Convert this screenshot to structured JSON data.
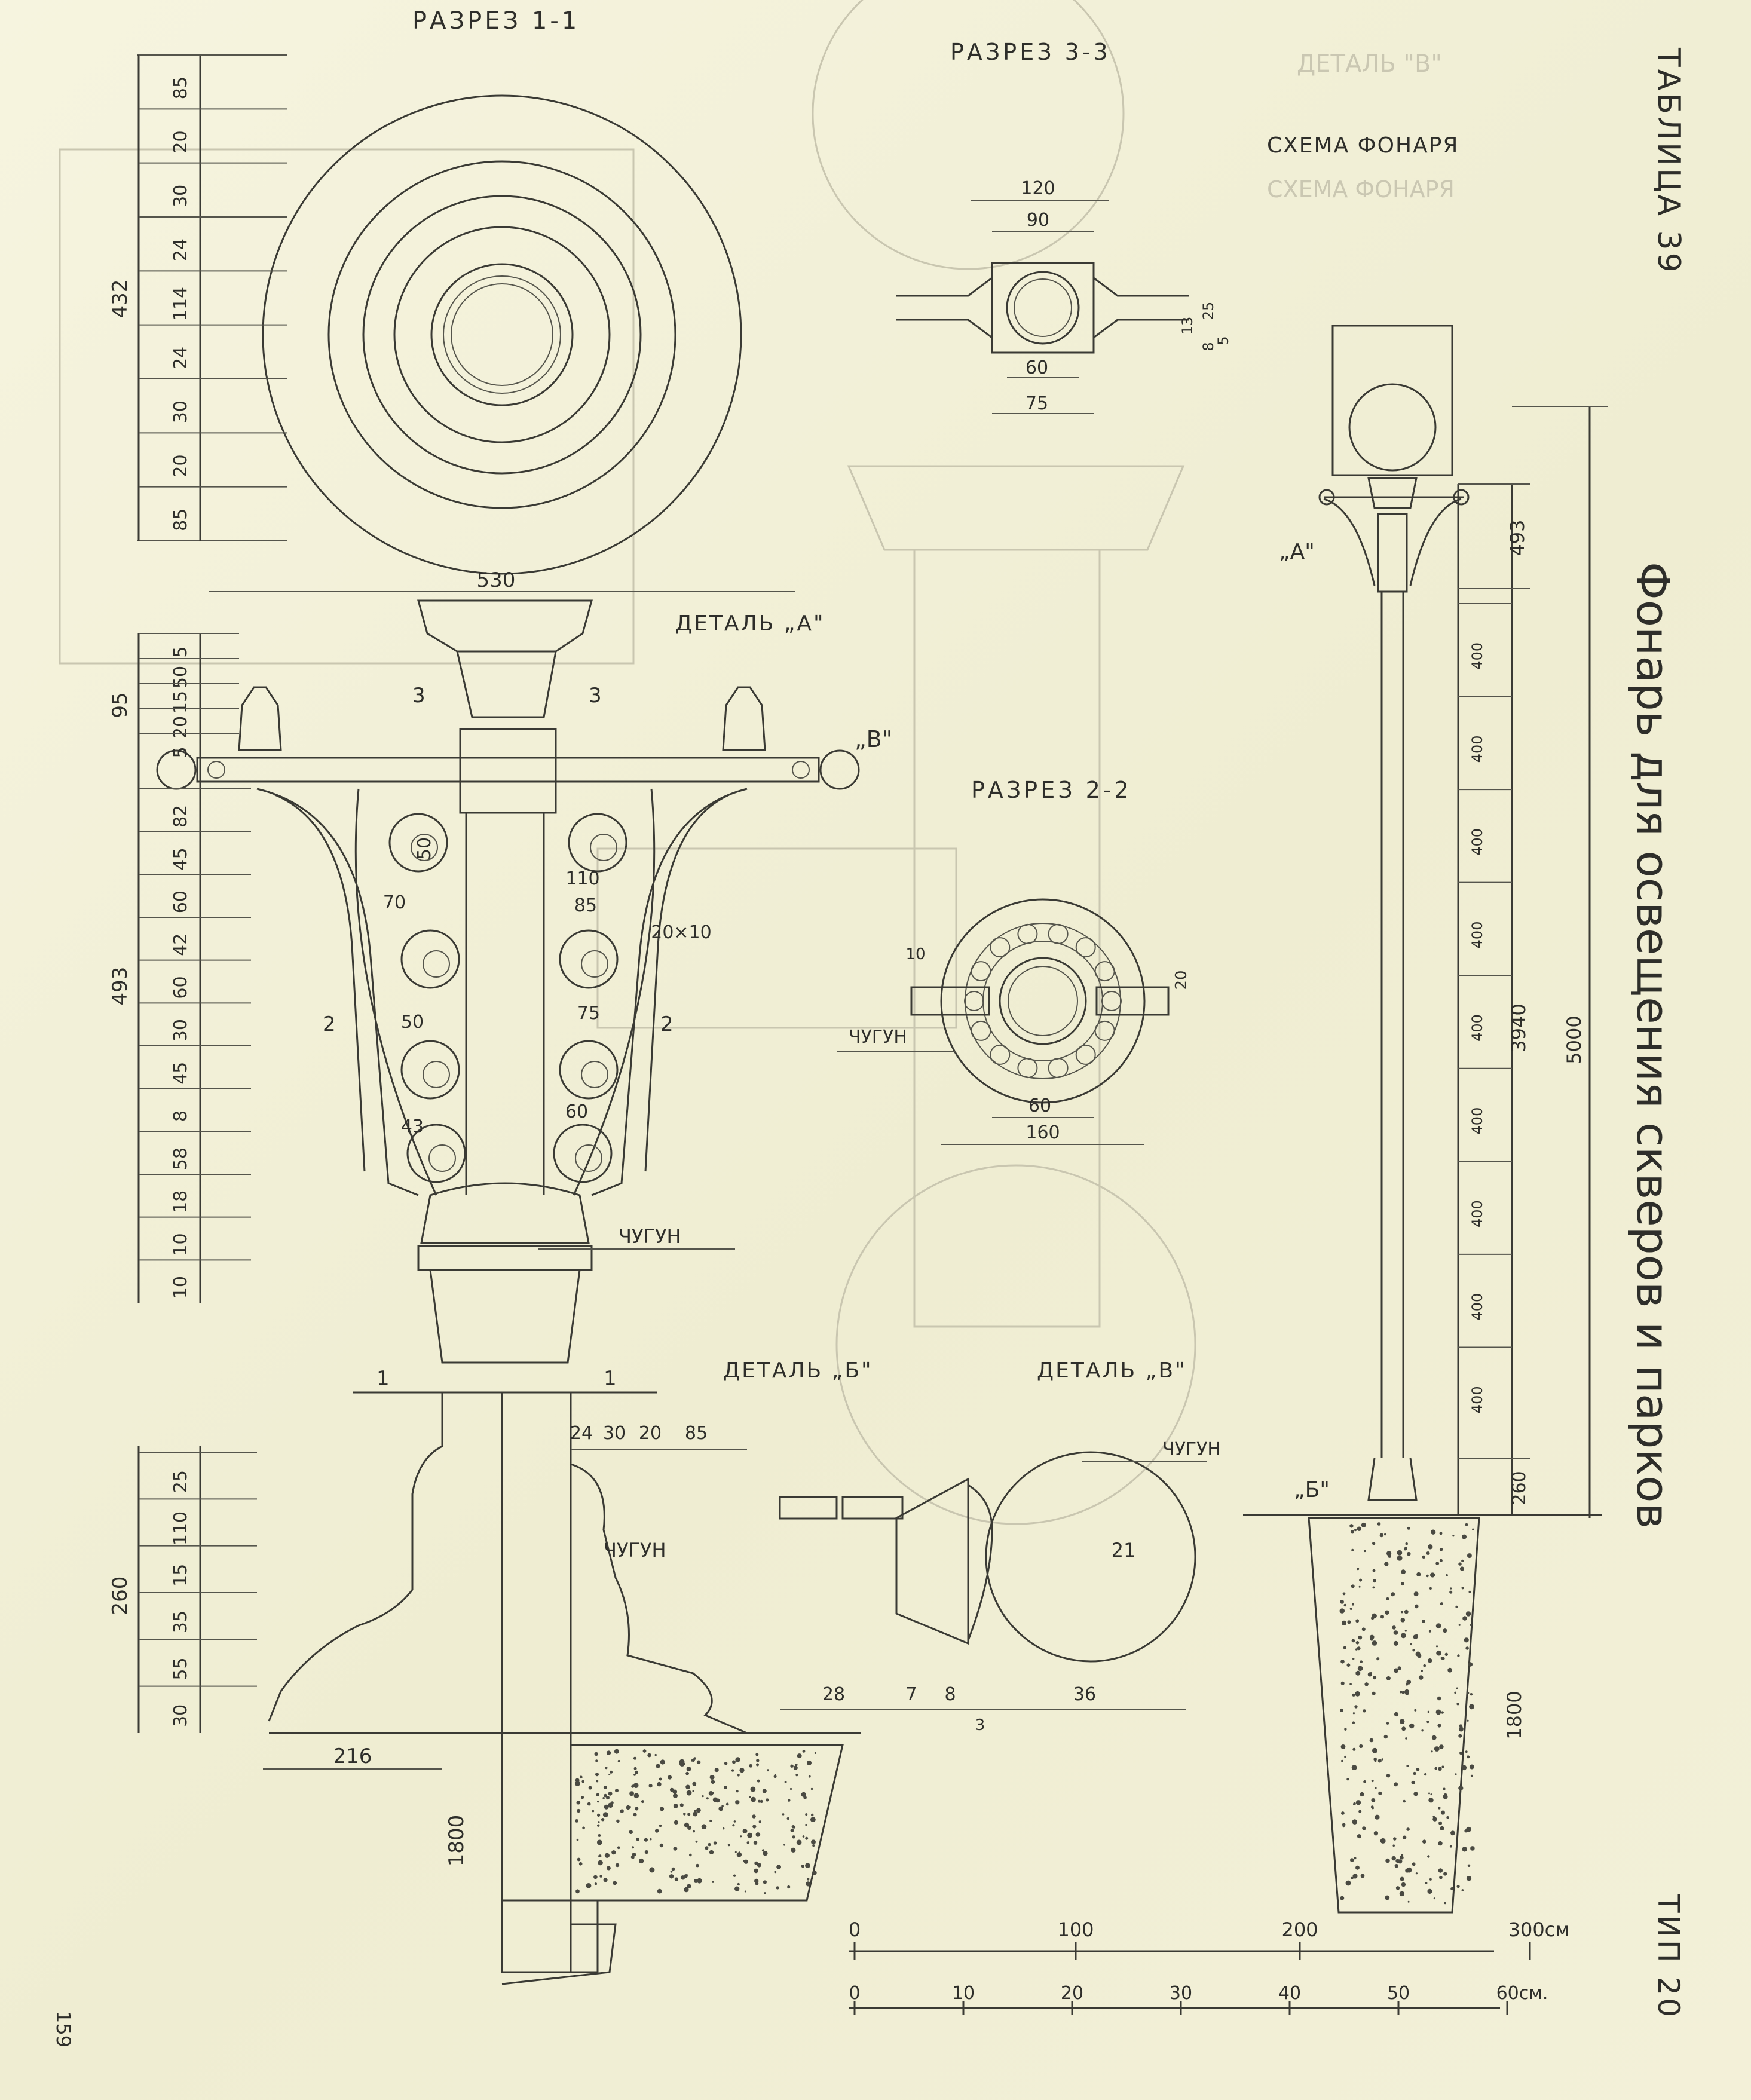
{
  "sheet": {
    "table_label": "ТАБЛИЦА 39",
    "title": "Фонарь для освещения скверов и парков",
    "type_label": "ТИП 20",
    "page_number": "159"
  },
  "views": {
    "section_1_1": "РАЗРЕЗ 1-1",
    "section_3_3": "РАЗРЕЗ 3-3",
    "section_2_2": "РАЗРЕЗ 2-2",
    "scheme": "СХЕМА ФОНАРЯ",
    "detail_a": "ДЕТАЛЬ „А\"",
    "detail_b": "ДЕТАЛЬ „Б\"",
    "detail_v": "ДЕТАЛЬ „В\""
  },
  "material_label": "ЧУГУН",
  "marks": {
    "a": "„А\"",
    "b": "„Б\"",
    "v": "„В\"",
    "sec1": "1",
    "sec2": "2",
    "sec3": "3"
  },
  "dimensions": {
    "sec11_left": [
      "85",
      "20",
      "30",
      "24",
      "114",
      "24",
      "30",
      "20",
      "85"
    ],
    "sec11_total": "432",
    "top_width": "530",
    "top_stack": [
      "5",
      "50",
      "15",
      "20",
      "5"
    ],
    "top_95": "95",
    "body_stack": [
      "82",
      "45",
      "60",
      "42",
      "60",
      "30",
      "45",
      "8",
      "58",
      "18",
      "10",
      "10"
    ],
    "body_total": "493",
    "body_inner": [
      "50",
      "70",
      "110",
      "85",
      "20×10",
      "50",
      "75",
      "60",
      "43"
    ],
    "base_stack": [
      "25",
      "110",
      "15",
      "35",
      "55",
      "30"
    ],
    "base_total": "260",
    "base_width": "216",
    "base_top": [
      "24",
      "30",
      "20",
      "85"
    ],
    "ground_depth": "1800",
    "sec33": [
      "120",
      "90",
      "60",
      "75",
      "13",
      "25",
      "8",
      "5"
    ],
    "sec22": [
      "10",
      "20",
      "60",
      "160"
    ],
    "detail_v": [
      "21",
      "28",
      "7",
      "8",
      "36",
      "3"
    ],
    "scheme": [
      "493",
      "3940",
      "5000",
      "260",
      "1800"
    ],
    "scheme_segments": [
      "400",
      "400",
      "400",
      "400",
      "400",
      "400",
      "400",
      "400",
      "400"
    ]
  },
  "scale": {
    "large": [
      "0",
      "100",
      "200",
      "300см"
    ],
    "small": [
      "0",
      "10",
      "20",
      "30",
      "40",
      "50",
      "60см."
    ]
  }
}
